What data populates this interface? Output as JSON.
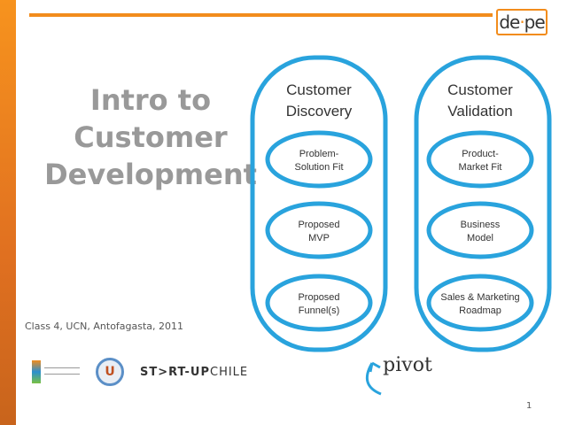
{
  "logo": {
    "text_a": "de",
    "text_b": "·",
    "text_c": "pe"
  },
  "title": {
    "line1": "Intro to",
    "line2": "Customer",
    "line3": "Development"
  },
  "subtitle": "Class 4, UCN, Antofagasta, 2011",
  "page_number": "1",
  "sponsors": {
    "seal": "U",
    "startup": "ST>RT-UP",
    "startup_b": "CHILE"
  },
  "diagram": {
    "left": {
      "heading1": "Customer",
      "heading2": "Discovery",
      "items": [
        [
          "Problem-",
          "Solution Fit"
        ],
        [
          "Proposed",
          "MVP"
        ],
        [
          "Proposed",
          "Funnel(s)"
        ]
      ]
    },
    "right": {
      "heading1": "Customer",
      "heading2": "Validation",
      "items": [
        [
          "Product-",
          "Market Fit"
        ],
        [
          "Business",
          "Model"
        ],
        [
          "Sales & Marketing",
          "Roadmap"
        ]
      ]
    },
    "pivot": "pivot"
  },
  "colors": {
    "accent": "#f28c1c",
    "diagram": "#29a3dd"
  }
}
